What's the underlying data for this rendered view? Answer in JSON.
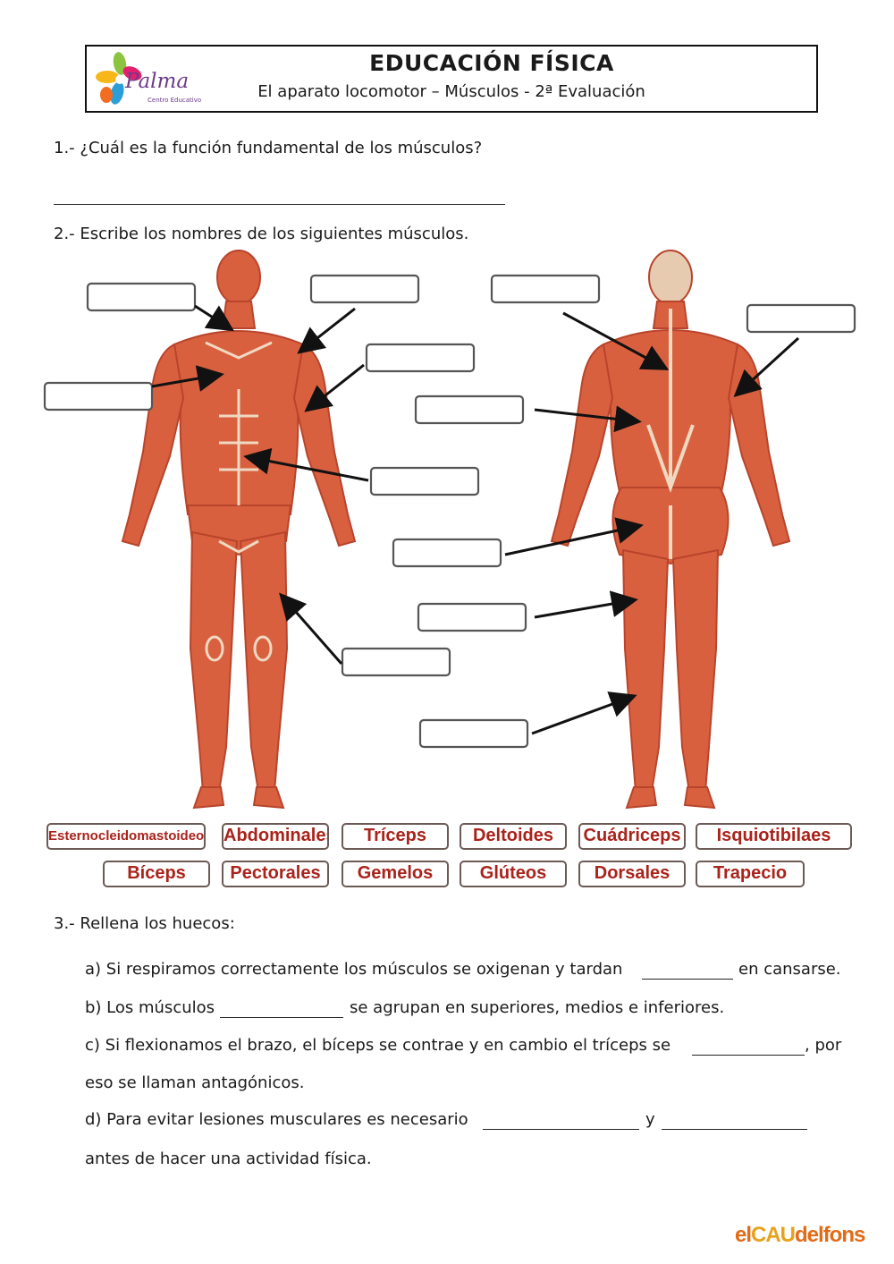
{
  "header": {
    "logo_text": "Palma",
    "logo_sub": "Centro Educativo",
    "title": "EDUCACIÓN FÍSICA",
    "subtitle": "El aparato locomotor – Músculos - 2ª Evaluación"
  },
  "questions": {
    "q1": "1.- ¿Cuál es la función fundamental de los músculos?",
    "q2": "2.- Escribe los nombres de los siguientes músculos.",
    "q3": "3.- Rellena los huecos:"
  },
  "word_bank": [
    "Esternocleidomastoideo",
    "Abdominales",
    "Tríceps",
    "Deltoides",
    "Cuádriceps",
    "Isquiotibilaes",
    "Bíceps",
    "Pectorales",
    "Gemelos",
    "Glúteos",
    "Dorsales",
    "Trapecio"
  ],
  "fill_in": {
    "a_start": "a) Si respiramos correctamente los músculos se oxigenan y tardan",
    "a_end": "en cansarse.",
    "b_start": "b) Los músculos",
    "b_end": "se agrupan en superiores, medios e inferiores.",
    "c_start": "c) Si flexionamos el brazo, el bíceps se contrae y en cambio el tríceps se",
    "c_end": ", por",
    "c_cont": "eso se llaman antagónicos.",
    "d_start": "d) Para evitar lesiones musculares es necesario",
    "d_mid": "y",
    "d_cont": "antes de hacer una actividad física."
  },
  "watermark": {
    "a": "el",
    "b": "CAU",
    "c": "delfons"
  },
  "colors": {
    "muscle": "#d9603f",
    "muscle_dark": "#b8442b",
    "tendon": "#efd9c2",
    "label_text": "#a9231b"
  }
}
